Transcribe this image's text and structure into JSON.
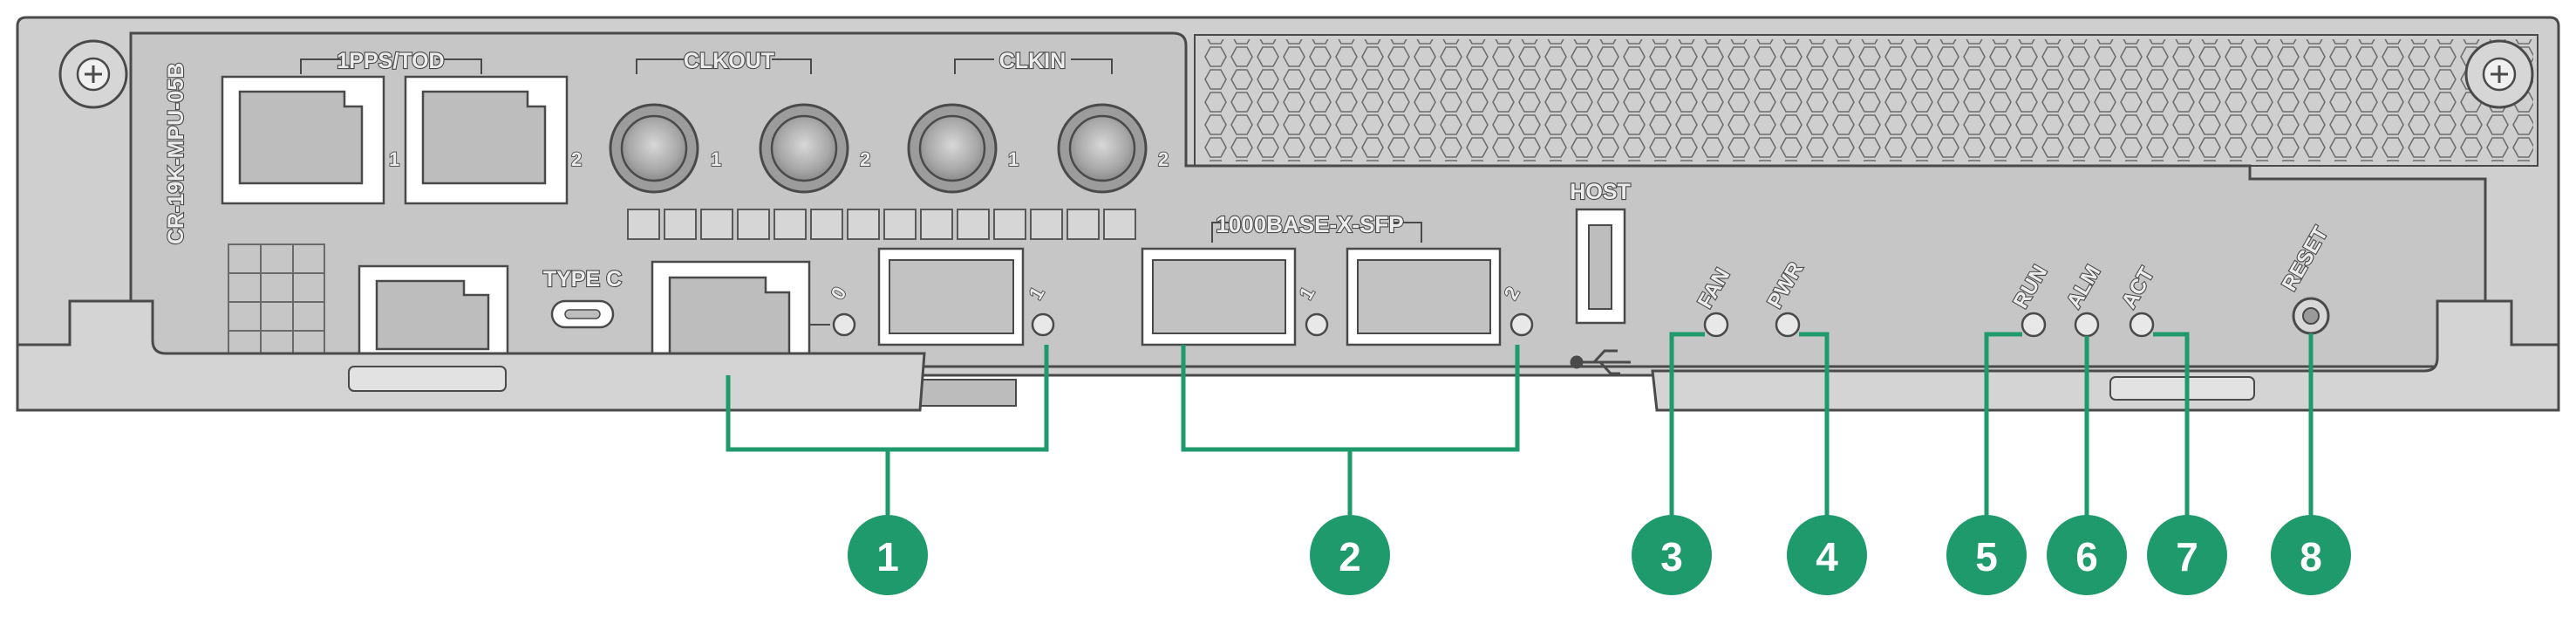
{
  "module": {
    "model": "CR-19K-MPU-05B",
    "labels": {
      "pps_tod": "1PPS/TOD",
      "clkout": "CLKOUT",
      "clkin": "CLKIN",
      "sfp_group": "1000BASE-X-SFP",
      "type_c": "TYPE C",
      "host": "HOST",
      "fan": "FAN",
      "pwr": "PWR",
      "run": "RUN",
      "alm": "ALM",
      "act": "ACT",
      "reset": "RESET"
    },
    "port_numbers": {
      "pps1": "1",
      "pps2": "2",
      "clkout1": "1",
      "clkout2": "2",
      "clkin1": "1",
      "clkin2": "2",
      "mgmt0": "0",
      "mgmt1": "1",
      "sfp1": "1",
      "sfp2": "2"
    }
  },
  "callouts": [
    "1",
    "2",
    "3",
    "4",
    "5",
    "6",
    "7",
    "8"
  ],
  "colors": {
    "callout": "#1f9a6c",
    "panel": "#c8c8c8",
    "panel_dark": "#b4b4b4",
    "outline": "#4a4a4a"
  }
}
